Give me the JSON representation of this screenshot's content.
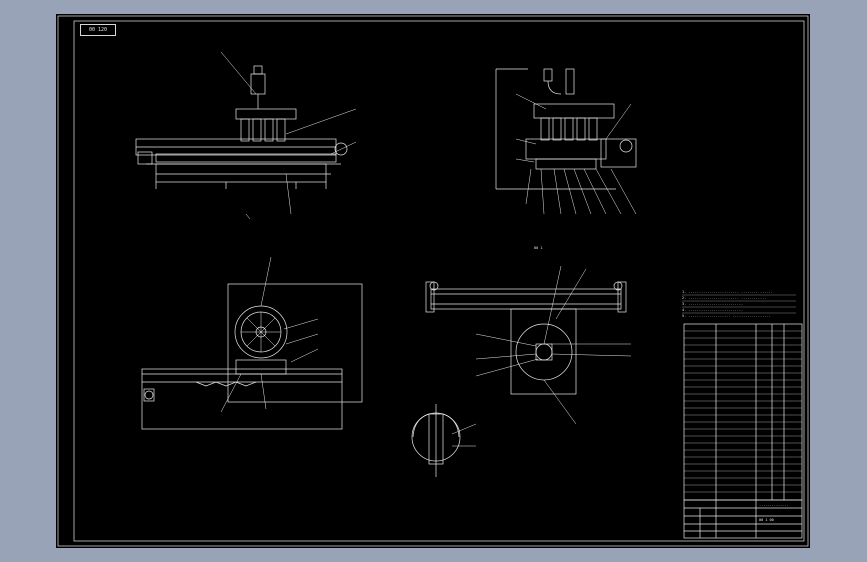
{
  "drawing": {
    "sheet_tag": "00 120",
    "detail_label": "00 1",
    "notes": [
      "1. ........................ ........ ......",
      "2. ........................ ............",
      "3. ..........................",
      "4. ..........................",
      "5. .................... .................."
    ],
    "parts_rows": 26,
    "title_block": {
      "title": "..............",
      "drawing_no": "00 1 00"
    },
    "colors": {
      "background": "#98a3b7",
      "sheet": "#000000",
      "line": "#e8e8e8"
    }
  }
}
